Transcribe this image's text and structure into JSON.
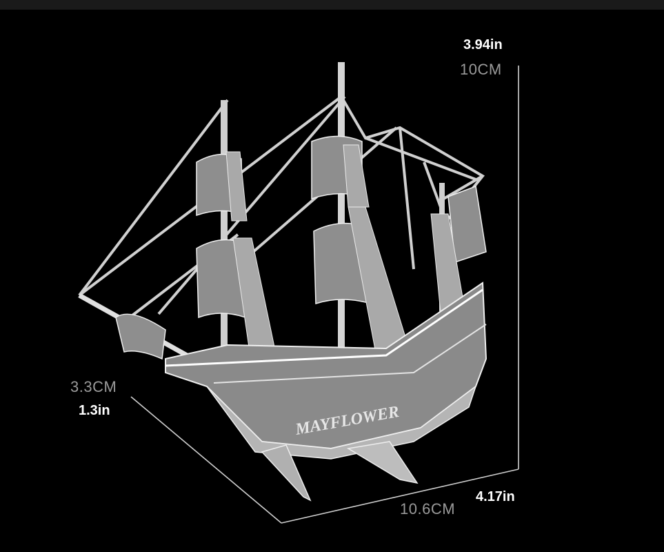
{
  "dimensions": {
    "height_in": "3.94in",
    "height_cm": "10CM",
    "depth_cm": "3.3CM",
    "depth_in": "1.3in",
    "length_cm": "10.6CM",
    "length_in": "4.17in"
  },
  "ship": {
    "name": "MAYFLOWER"
  },
  "colors": {
    "background": "#000000",
    "metal": "#d8d8d8",
    "label_imperial": "#ffffff",
    "label_metric": "#9a9a9a"
  }
}
